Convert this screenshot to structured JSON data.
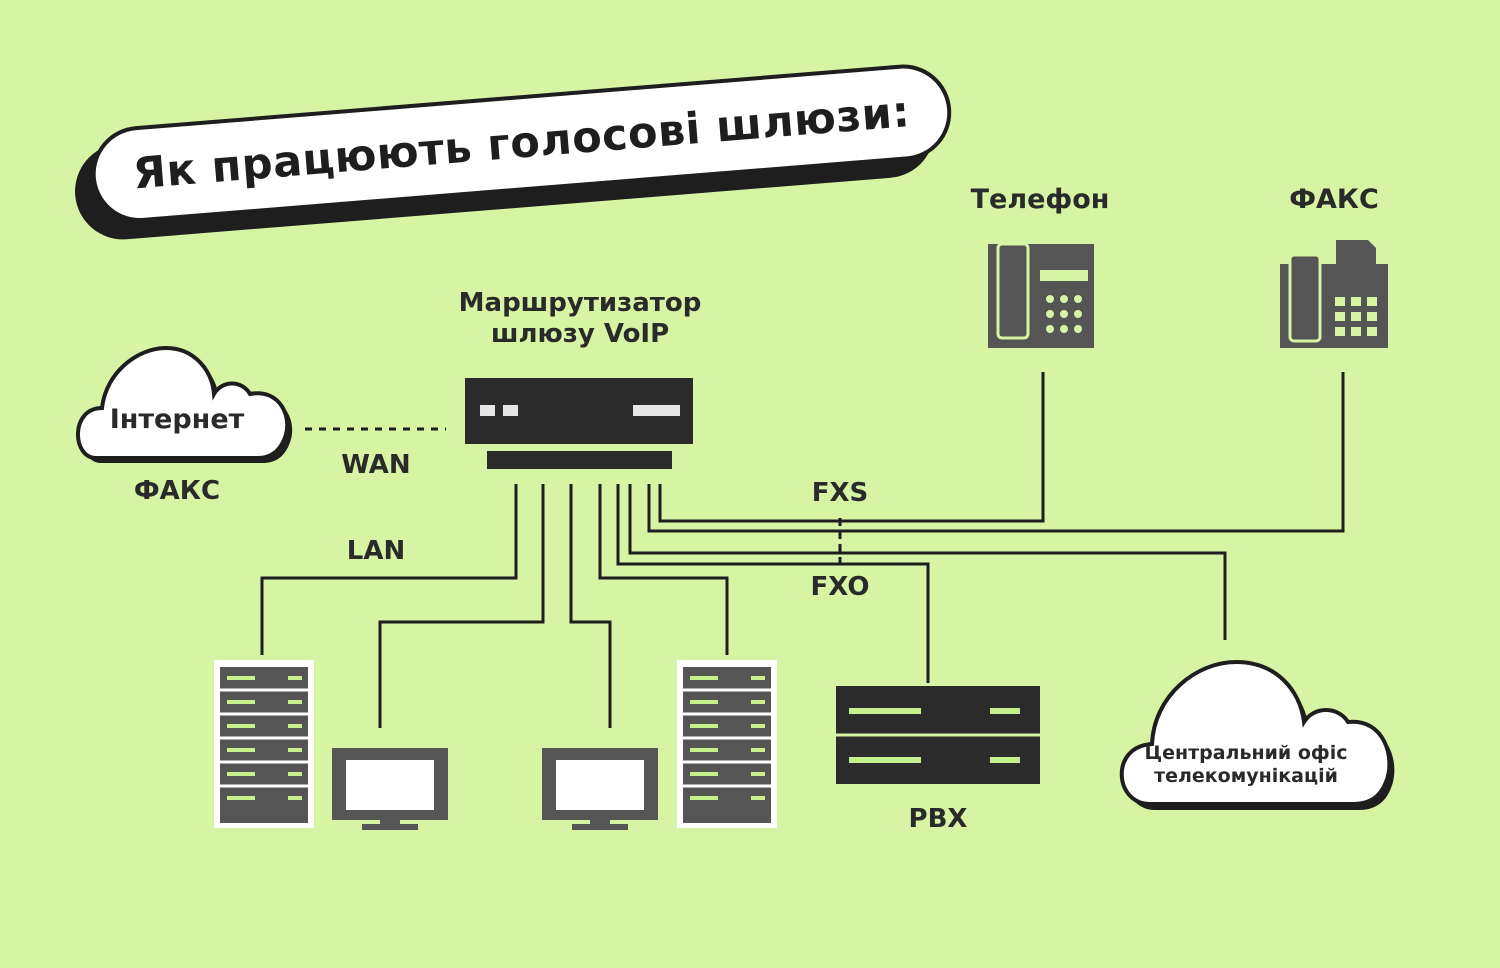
{
  "title": "Як працюють голосові шлюзи:",
  "router": {
    "label_line1": "Маршрутизатор",
    "label_line2": "шлюзу VoIP"
  },
  "internet": {
    "label": "Інтернет",
    "sublabel": "ФАКС"
  },
  "links": {
    "wan": "WAN",
    "lan": "LAN",
    "fxs": "FXS",
    "fxo": "FXO"
  },
  "phone": {
    "label": "Телефон"
  },
  "fax": {
    "label": "ФАКС"
  },
  "pbx": {
    "label": "PBX"
  },
  "central_office": {
    "line1": "Центральний офіс",
    "line2": "телекомунікацій"
  },
  "colors": {
    "background": "#d7f3a4",
    "device_dark": "#2b2b2b",
    "device_gray": "#555555",
    "accent_green": "#c7ef8e",
    "cloud_fill": "#ffffff",
    "outline": "#1e1e1e"
  },
  "icons": [
    "cloud-icon",
    "router-icon",
    "desk-phone-icon",
    "fax-machine-icon",
    "server-rack-icon",
    "monitor-icon",
    "pbx-icon"
  ]
}
